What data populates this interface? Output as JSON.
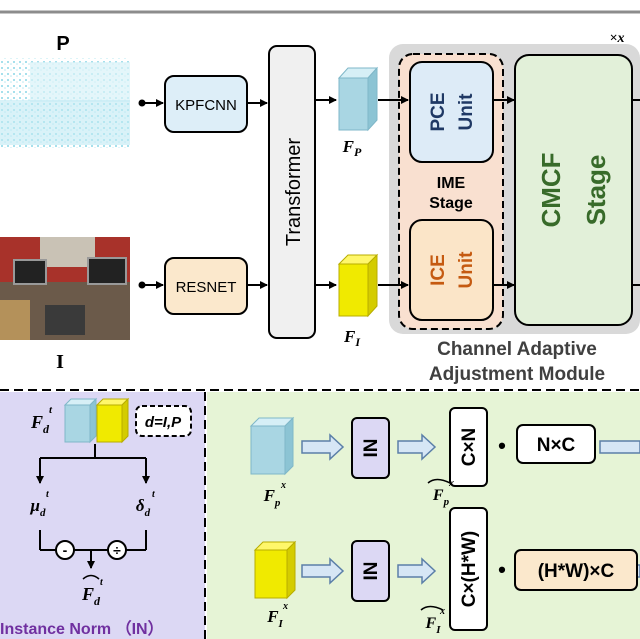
{
  "top": {
    "label_p": "P",
    "label_i": "I",
    "repeat": "×x",
    "kpfcnn": "KPFCNN",
    "resnet": "RESNET",
    "transformer": "Transformer",
    "fp": "F",
    "fp_sub": "P",
    "fi": "F",
    "fi_sub": "I",
    "pce": [
      "PCE",
      "Unit"
    ],
    "ice": [
      "ICE",
      "Unit"
    ],
    "ime": [
      "IME",
      "Stage"
    ],
    "cmcf": [
      "CMCF",
      "Stage"
    ],
    "module": [
      "Channel Adaptive",
      "Adjustment Module"
    ]
  },
  "in_panel": {
    "feature": "F",
    "feature_sub": "d",
    "feature_sup": "t",
    "d_label": "d=I,P",
    "mu": "μ",
    "delta": "δ",
    "minus": "-",
    "divide": "÷",
    "output": "F",
    "title": "Instance Norm （IN）"
  },
  "right_panel": {
    "fpx": "F",
    "fpx_sub": "p",
    "fpx_sup": "x",
    "fix": "F",
    "fix_sub": "I",
    "fix_sup": "x",
    "in1": "IN",
    "in2": "IN",
    "cxn": "C×N",
    "cxhw": "C×(H*W)",
    "nxc": "N×C",
    "hwxc": "(H*W)×C",
    "bullet": "•"
  },
  "colors": {
    "blue_cube": "#a9d6e3",
    "yellow_cube": "#f0ea00",
    "left_panel_bg": "#dcd8f4",
    "right_panel_bg": "#e6f4d6",
    "module_bg": "#d9d9d9",
    "ime_bg": "#f9e0d0",
    "cmcf_fill": "#e2f0d9",
    "cmcf_text": "#386b2a",
    "title_purple": "#7030a0"
  }
}
